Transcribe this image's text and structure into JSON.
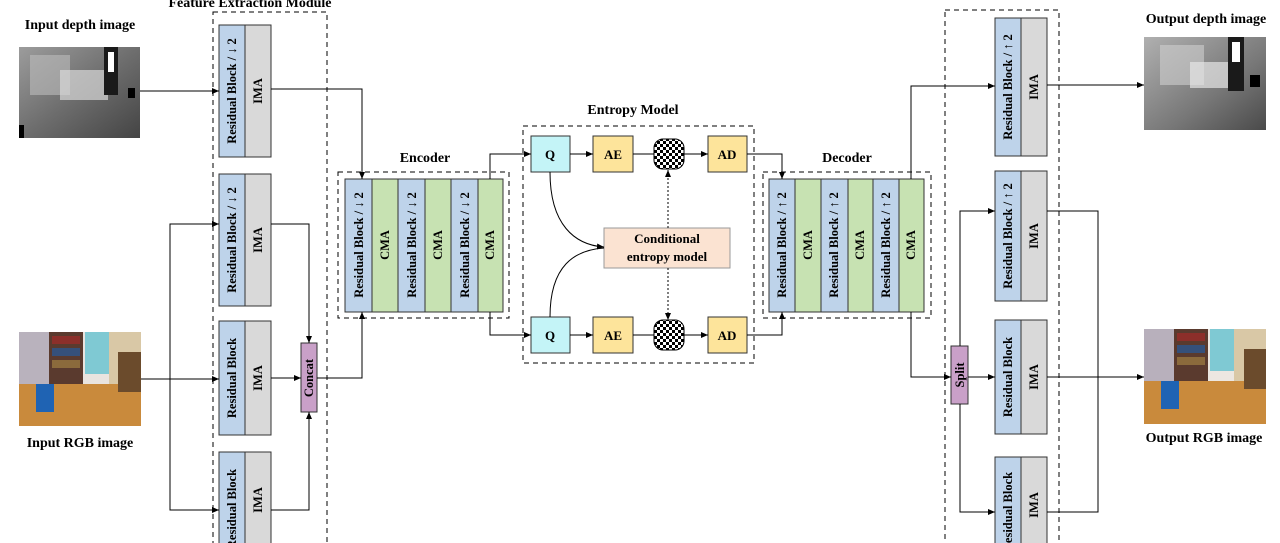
{
  "colors": {
    "residual": "#bed3ea",
    "ima": "#d9d9d9",
    "cma": "#c7e2b2",
    "q": "#c4f4f7",
    "ae": "#fde49b",
    "cond": "#fbe3d2",
    "concat": "#c9a0c8",
    "split": "#c9a0c8"
  },
  "labels": {
    "feature_module": "Feature Extraction Module",
    "input_depth": "Input depth image",
    "input_rgb": "Input RGB image",
    "output_depth": "Output depth image",
    "output_rgb": "Output RGB image",
    "encoder": "Encoder",
    "decoder": "Decoder",
    "entropy_model": "Entropy Model"
  },
  "blocks": {
    "res_down": "Residual Block / ↓ 2",
    "res_up": "Residual Block / ↑ 2",
    "res": "Residual Block",
    "ima": "IMA",
    "cma": "CMA",
    "concat": "Concat",
    "split": "Split",
    "q": "Q",
    "ae": "AE",
    "ad": "AD",
    "cond_line1": "Conditional",
    "cond_line2": "entropy model"
  },
  "icons": {
    "depth_image": "depth-map-photo",
    "rgb_image": "indoor-room-photo",
    "bitstream": "checkerboard-bitstream-icon"
  }
}
